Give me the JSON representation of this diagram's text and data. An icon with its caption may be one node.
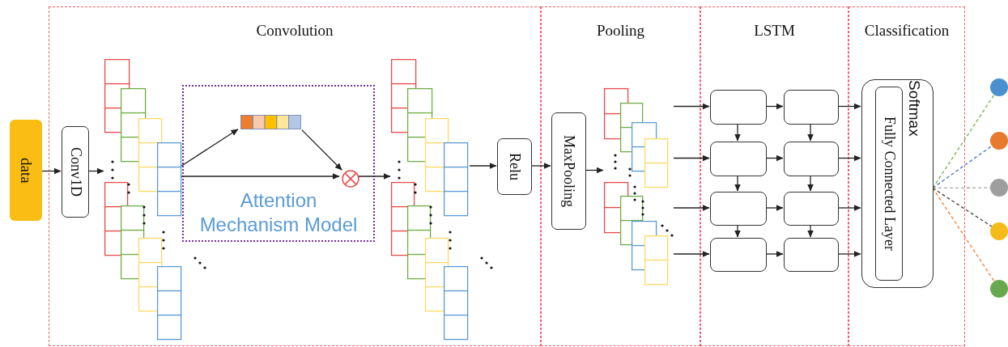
{
  "diagram": {
    "nodes": [
      {
        "text": [
          "Convolution"
        ]
      },
      {
        "text": [
          "Pooling"
        ]
      },
      {
        "text": [
          "LSTM"
        ]
      },
      {
        "text": [
          "Classification"
        ]
      },
      {
        "text": [
          "data"
        ]
      },
      {
        "text": [
          "Conv1D"
        ],
        "in": 0
      },
      {
        "text": [],
        "shape": "picture",
        "in": 0
      },
      {
        "text": [
          "Attention Mechanism Model"
        ],
        "in": 0
      },
      {
        "text": [],
        "shape": "bar",
        "in": 7
      },
      {
        "text": [],
        "shape": "circle",
        "in": 7
      },
      {
        "text": [],
        "shape": "picture",
        "in": 0
      },
      {
        "text": [
          "Relu"
        ],
        "in": 0
      },
      {
        "text": [
          "MaxPooling"
        ],
        "in": 1
      },
      {
        "text": [],
        "shape": "picture",
        "in": 1
      },
      {
        "text": [],
        "shape": "box",
        "in": 2
      },
      {
        "text": [],
        "shape": "box",
        "in": 2
      },
      {
        "text": [],
        "shape": "box",
        "in": 2
      },
      {
        "text": [],
        "shape": "box",
        "in": 2
      },
      {
        "text": [],
        "shape": "box",
        "in": 2
      },
      {
        "text": [],
        "shape": "box",
        "in": 2
      },
      {
        "text": [],
        "shape": "box",
        "in": 2
      },
      {
        "text": [],
        "shape": "box",
        "in": 2
      },
      {
        "text": [
          "Softmax"
        ],
        "in": 3
      },
      {
        "text": [
          "Fully Connected Layer"
        ],
        "in": 22
      },
      {
        "text": [],
        "shape": "circle"
      },
      {
        "text": [],
        "shape": "circle"
      },
      {
        "text": [],
        "shape": "circle"
      },
      {
        "text": [],
        "shape": "circle"
      },
      {
        "text": [],
        "shape": "circle"
      }
    ],
    "edges": [
      {
        "from": 4,
        "to": 5,
        "arrow": "to"
      },
      {
        "from": 5,
        "to": 6,
        "arrow": "to"
      },
      {
        "from": 6,
        "to": 8,
        "arrow": "to"
      },
      {
        "from": 8,
        "to": 9,
        "arrow": "to"
      },
      {
        "from": 6,
        "to": 9,
        "arrow": "to"
      },
      {
        "from": 9,
        "to": 10,
        "arrow": "to"
      },
      {
        "from": 10,
        "to": 11,
        "arrow": "to"
      },
      {
        "from": 11,
        "to": 12,
        "arrow": "to"
      },
      {
        "from": 12,
        "to": 13,
        "arrow": "to"
      },
      {
        "from": 13,
        "to": 14,
        "arrow": "to"
      },
      {
        "from": 13,
        "to": 16,
        "arrow": "to"
      },
      {
        "from": 13,
        "to": 18,
        "arrow": "to"
      },
      {
        "from": 13,
        "to": 20,
        "arrow": "to"
      },
      {
        "from": 14,
        "to": 15,
        "arrow": "to"
      },
      {
        "from": 16,
        "to": 17,
        "arrow": "to"
      },
      {
        "from": 18,
        "to": 19,
        "arrow": "to"
      },
      {
        "from": 20,
        "to": 21,
        "arrow": "to"
      },
      {
        "from": 14,
        "to": 16,
        "arrow": "to"
      },
      {
        "from": 16,
        "to": 18,
        "arrow": "to"
      },
      {
        "from": 18,
        "to": 20,
        "arrow": "to"
      },
      {
        "from": 15,
        "to": 17,
        "arrow": "to"
      },
      {
        "from": 17,
        "to": 19,
        "arrow": "to"
      },
      {
        "from": 19,
        "to": 21,
        "arrow": "to"
      },
      {
        "from": 15,
        "to": 22,
        "arrow": "to"
      },
      {
        "from": 17,
        "to": 22,
        "arrow": "to"
      },
      {
        "from": 19,
        "to": 22,
        "arrow": "to"
      },
      {
        "from": 21,
        "to": 22,
        "arrow": "to"
      },
      {
        "from": 22,
        "to": 24,
        "arrow": "none",
        "style": "dashed",
        "color": "#70ad47"
      },
      {
        "from": 22,
        "to": 25,
        "arrow": "none",
        "style": "dashed",
        "color": "#4472c4"
      },
      {
        "from": 22,
        "to": 26,
        "arrow": "none",
        "style": "dashed",
        "color": "#a5a5a5"
      },
      {
        "from": 22,
        "to": 27,
        "arrow": "none",
        "style": "dashed",
        "color": "#404040"
      },
      {
        "from": 22,
        "to": 28,
        "arrow": "none",
        "style": "dashed",
        "color": "#ed7d31"
      }
    ]
  }
}
